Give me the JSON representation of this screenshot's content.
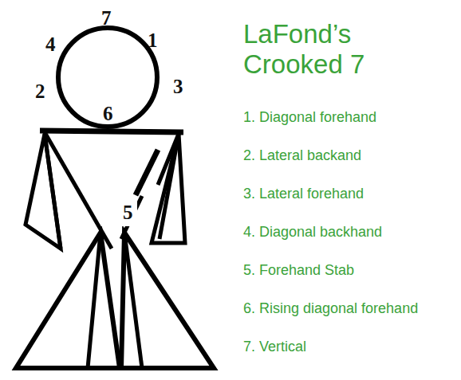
{
  "diagram": {
    "title": "LaFond’s Crooked 7",
    "labels": [
      "7",
      "4",
      "1",
      "2",
      "3",
      "6",
      "5",
      "1. Diagonal forehand",
      "2. Lateral backand",
      "3. Lateral forehand",
      "4. Diagonal backhand",
      "5. Forehand Stab",
      "6. Rising diagonal forehand",
      "7. Vertical"
    ]
  }
}
